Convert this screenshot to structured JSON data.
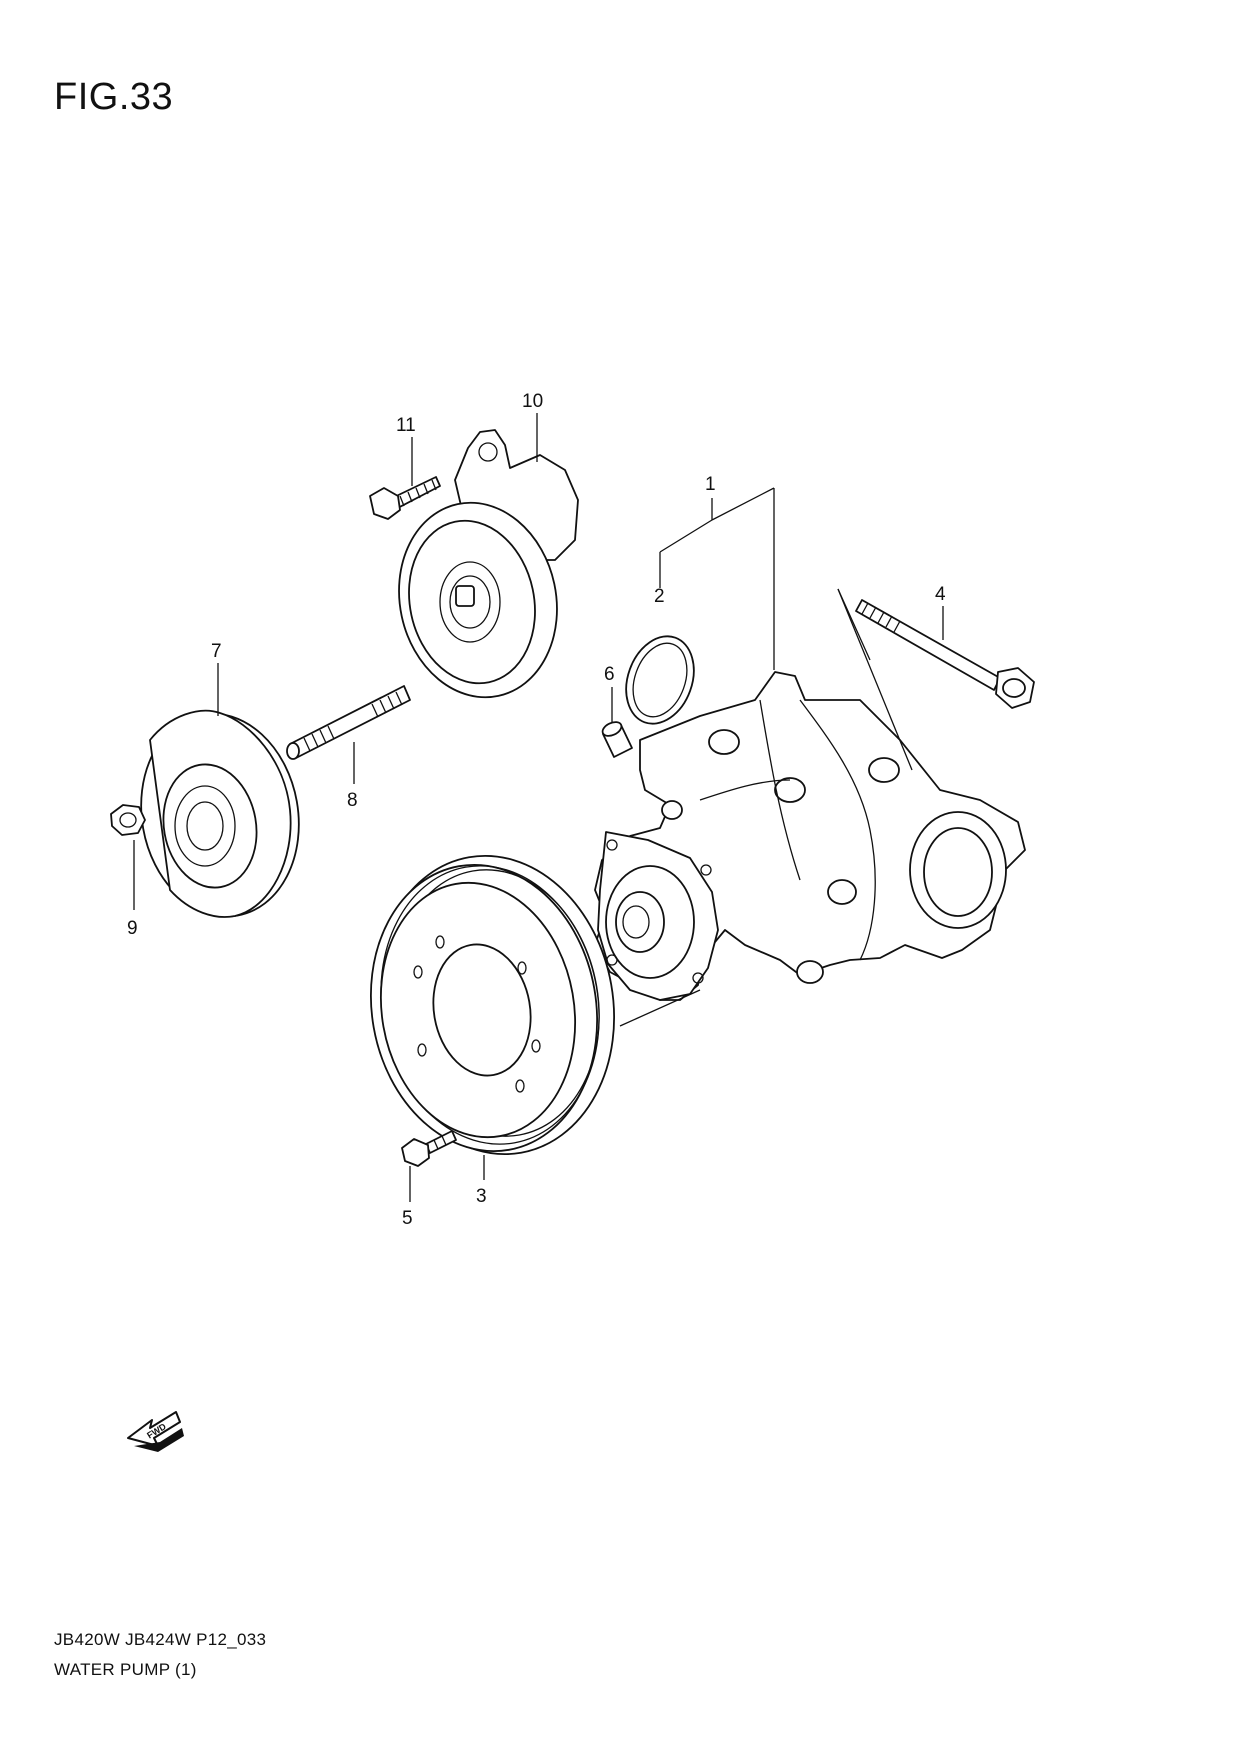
{
  "figure": {
    "title": "FIG.33"
  },
  "callouts": [
    "1",
    "2",
    "3",
    "4",
    "5",
    "6",
    "7",
    "8",
    "9",
    "10",
    "11"
  ],
  "fwd_label": "FWD",
  "footer": {
    "model_code": "JB420W JB424W P12_033",
    "part_name": "WATER PUMP (1)"
  }
}
